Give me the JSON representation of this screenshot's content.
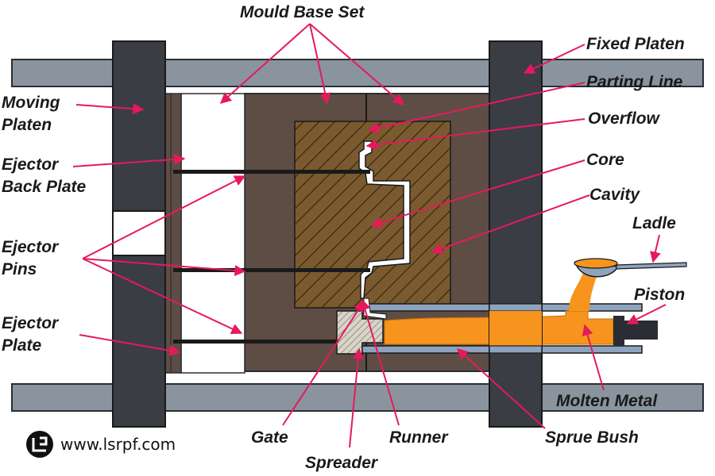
{
  "labels": {
    "mould_base_set": "Mould Base Set",
    "fixed_platen": "Fixed Platen",
    "moving_platen_1": "Moving",
    "moving_platen_2": "Platen",
    "parting_line": "Parting Line",
    "overflow": "Overflow",
    "ejector_back_plate_1": "Ejector",
    "ejector_back_plate_2": "Back Plate",
    "core": "Core",
    "cavity": "Cavity",
    "ladle": "Ladle",
    "ejector_pins_1": "Ejector",
    "ejector_pins_2": "Pins",
    "piston": "Piston",
    "ejector_plate_1": "Ejector",
    "ejector_plate_2": "Plate",
    "molten_metal": "Molten Metal",
    "gate": "Gate",
    "runner": "Runner",
    "sprue_bush": "Sprue Bush",
    "spreader": "Spreader"
  },
  "watermark": {
    "text": "www.lsrpf.com",
    "logo": "lsrpf-logo"
  },
  "colors": {
    "arrow": "#e6195d",
    "platen": "#3a3d44",
    "tie_bar": "#8a949e",
    "mould": "#5e4d44",
    "core_cavity": "#7a5a2e",
    "molten_metal": "#f7941d",
    "sleeve": "#8ea3bd"
  }
}
